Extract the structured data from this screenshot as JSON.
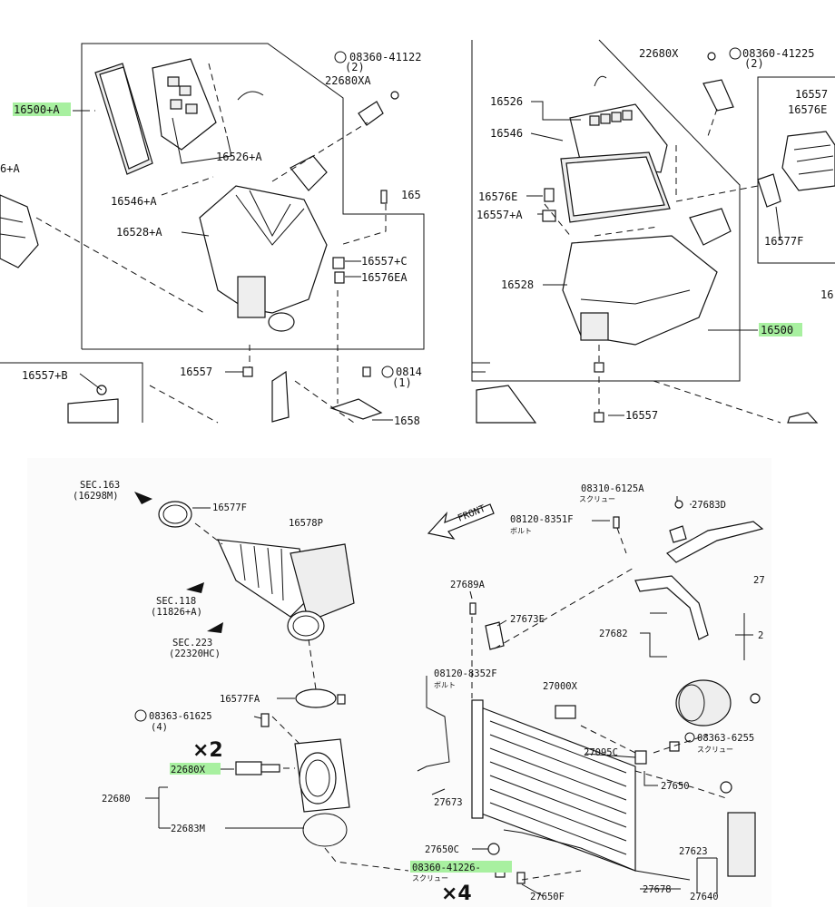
{
  "panel_top_left": {
    "labels": [
      "16500+A",
      "08360-41122",
      "(2)",
      "22680XA",
      "16526+A",
      "16546+A",
      "16528+A",
      "16557+C",
      "16576EA",
      "165",
      "16557",
      "16557+B",
      "0814",
      "(1)",
      "1658",
      "6+A"
    ]
  },
  "panel_top_right": {
    "labels": [
      "22680X",
      "08360-41225",
      "(2)",
      "16526",
      "16546",
      "16576E",
      "16557+A",
      "16528",
      "16500",
      "16557",
      "16577F",
      "16557",
      "16576E",
      "16"
    ]
  },
  "panel_bottom_left": {
    "labels": [
      "SEC.163",
      "(16298M)",
      "16577F",
      "16578P",
      "SEC.118",
      "(11826+A)",
      "SEC.223",
      "(22320HC)",
      "16577FA",
      "08363-61625",
      "(4)",
      "22680X",
      "22680",
      "22683M"
    ],
    "count_label": "×2"
  },
  "panel_bottom_right": {
    "labels": [
      "FRONT",
      "08310-6125A",
      "スクリュー",
      "27683D",
      "08120-8351F",
      "ボルト",
      "27689A",
      "27673E",
      "27682",
      "08120-8352F",
      "ボルト",
      "27000X",
      "27095C",
      "08363-6255",
      "スクリュー",
      "27650",
      "27673",
      "27650C",
      "08360-41226-",
      "スクリュー",
      "27650F",
      "27678",
      "27623",
      "27640",
      "27",
      "2"
    ],
    "count_label": "×4"
  },
  "highlight_color": "#a8f0a0"
}
